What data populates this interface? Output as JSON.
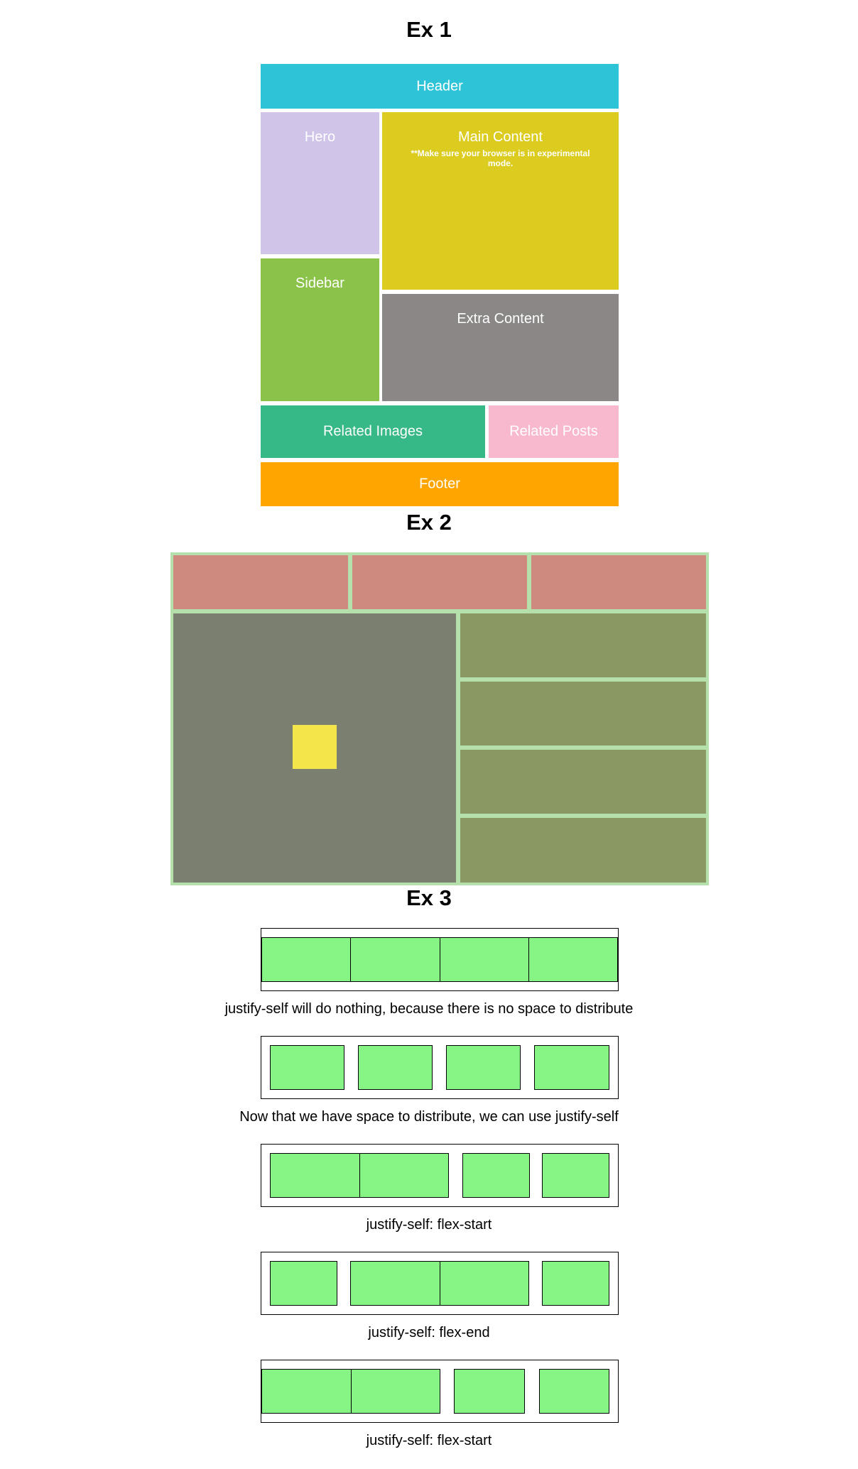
{
  "ex1": {
    "title": "Ex 1",
    "header": "Header",
    "hero": "Hero",
    "main_content": "Main Content",
    "main_note": "**Make sure your browser is in experimental mode.",
    "sidebar": "Sidebar",
    "extra_content": "Extra Content",
    "related_images": "Related Images",
    "related_posts": "Related Posts",
    "footer": "Footer",
    "colors": {
      "header": "#2ec4d8",
      "hero": "#d0c4e8",
      "main": "#dccc20",
      "sidebar": "#8bc24a",
      "extra": "#8b8787",
      "related_images": "#36b887",
      "related_posts": "#f8b9cf",
      "footer": "#ffa500"
    }
  },
  "ex2": {
    "title": "Ex 2",
    "colors": {
      "frame": "#b5dfab",
      "top_cells": "#cf8a80",
      "main_cell": "#7a7f6f",
      "side_cells": "#8a9963",
      "square": "#f4e64a"
    }
  },
  "ex3": {
    "title": "Ex 3",
    "captions": [
      "justify-self will do nothing, because there is no space to distribute",
      "Now that we have space to distribute, we can use justify-self",
      "justify-self: flex-start",
      "justify-self: flex-end",
      "justify-self: flex-start"
    ],
    "item_color": "#86f585"
  }
}
